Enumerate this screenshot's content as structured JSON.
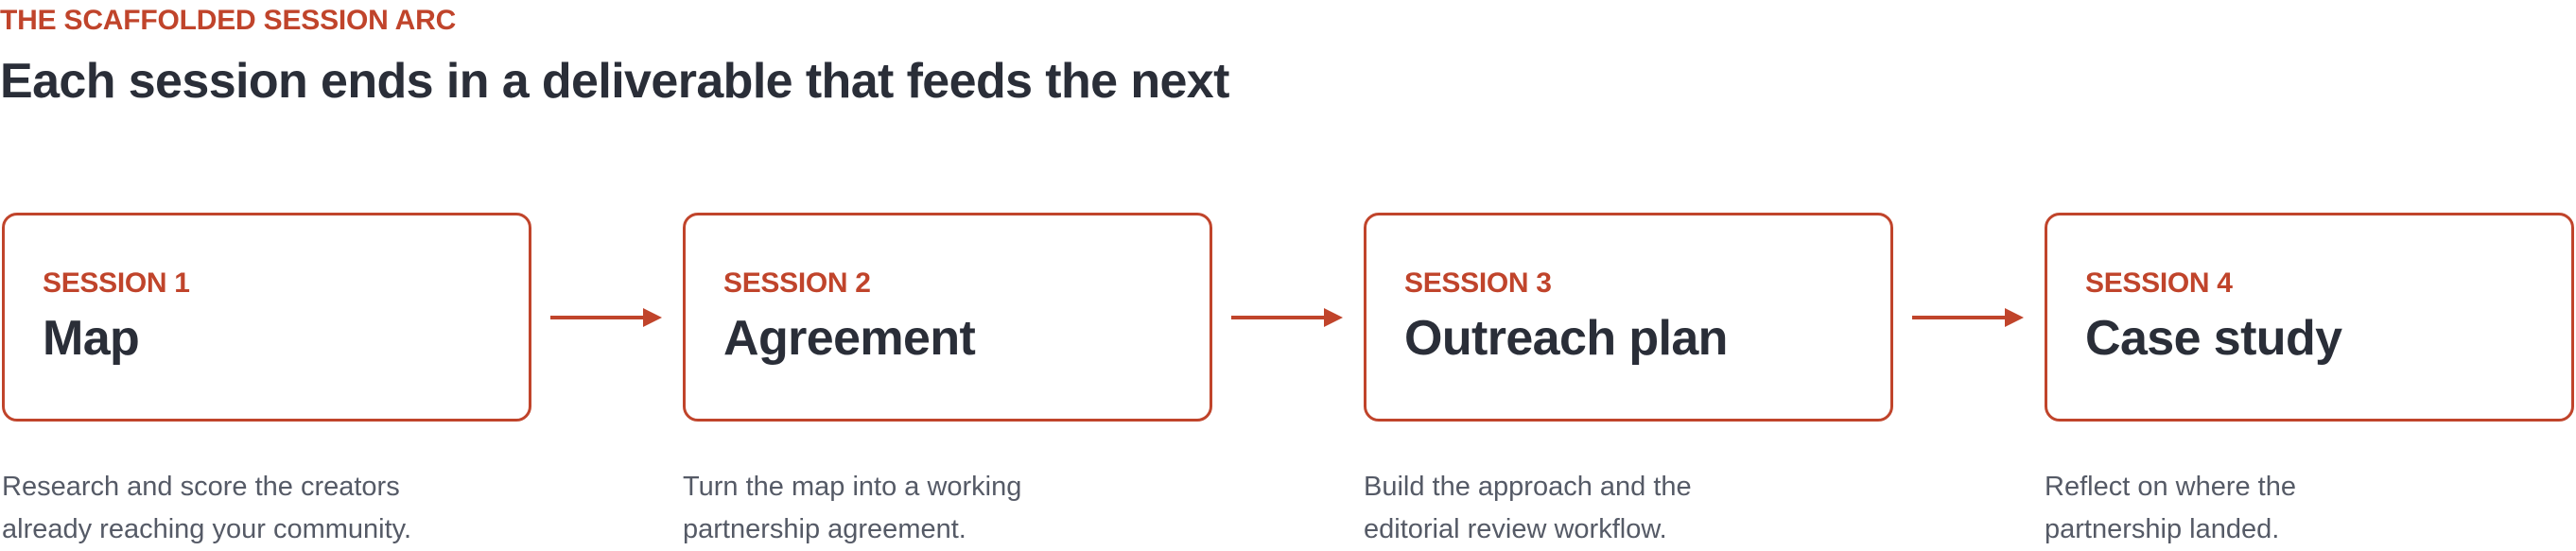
{
  "header": {
    "eyebrow": "THE SCAFFOLDED SESSION ARC",
    "title": "Each session ends in a deliverable that feeds the next"
  },
  "colors": {
    "accent": "#c0442b",
    "heading": "#2a2e38",
    "body_text": "#555a66",
    "background": "#ffffff"
  },
  "steps": [
    {
      "session": "SESSION 1",
      "title": "Map",
      "description": [
        "Research and score the creators",
        "already reaching your community."
      ]
    },
    {
      "session": "SESSION 2",
      "title": "Agreement",
      "description": [
        "Turn the map into a working",
        "partnership agreement."
      ]
    },
    {
      "session": "SESSION 3",
      "title": "Outreach plan",
      "description": [
        "Build the approach and the",
        "editorial review workflow."
      ]
    },
    {
      "session": "SESSION 4",
      "title": "Case study",
      "description": [
        "Reflect on where the",
        "partnership landed."
      ]
    }
  ],
  "connectors": [
    "arrow-right-icon",
    "arrow-right-icon",
    "arrow-right-icon"
  ]
}
